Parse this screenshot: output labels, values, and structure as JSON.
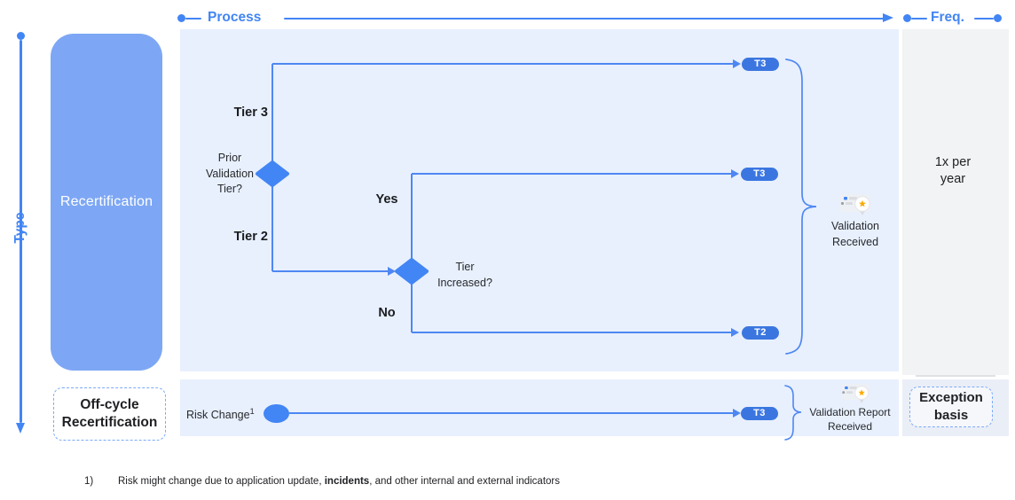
{
  "axes": {
    "process": "Process",
    "freq": "Freq.",
    "type": "Type"
  },
  "type_rows": [
    {
      "label": "Recertification",
      "frequency_line1": "1x per",
      "frequency_line2": "year"
    },
    {
      "label_line1": "Off-cycle",
      "label_line2": "Recertification",
      "frequency_line1": "Exception",
      "frequency_line2": "basis"
    }
  ],
  "flow": {
    "tier3_label": "Tier 3",
    "tier2_label": "Tier 2",
    "decision1_line1": "Prior",
    "decision1_line2": "Validation",
    "decision1_line3": "Tier?",
    "yes_label": "Yes",
    "no_label": "No",
    "decision2_line1": "Tier",
    "decision2_line2": "Increased?",
    "outcome_top": "T3",
    "outcome_yes": "T3",
    "outcome_no": "T2",
    "validation_line1": "Validation",
    "validation_line2": "Received"
  },
  "off_cycle_flow": {
    "risk_change": "Risk Change",
    "risk_change_sup": "1",
    "outcome": "T3",
    "report_line1": "Validation Report",
    "report_line2": "Received"
  },
  "footnote": {
    "marker": "1)",
    "text_pre": "Risk might change due to application update, ",
    "text_bold": "incidents",
    "text_post": ", and other internal and external indicators"
  },
  "icons": {
    "validation_icon": "certificate-badge-with-star",
    "decision_icon": "diamond",
    "outcome_icon": "pill"
  },
  "colors": {
    "accent_blue": "#4285f4",
    "line_blue": "#4e87f2",
    "pill_blue": "#3b76e0",
    "box_blue": "#7da7f5",
    "panel_blue": "#e8f0fe",
    "panel_gray": "#f1f3f4",
    "dashed_border": "#7baaf7",
    "star_yellow": "#f9ab00",
    "text_dark": "#202124"
  }
}
